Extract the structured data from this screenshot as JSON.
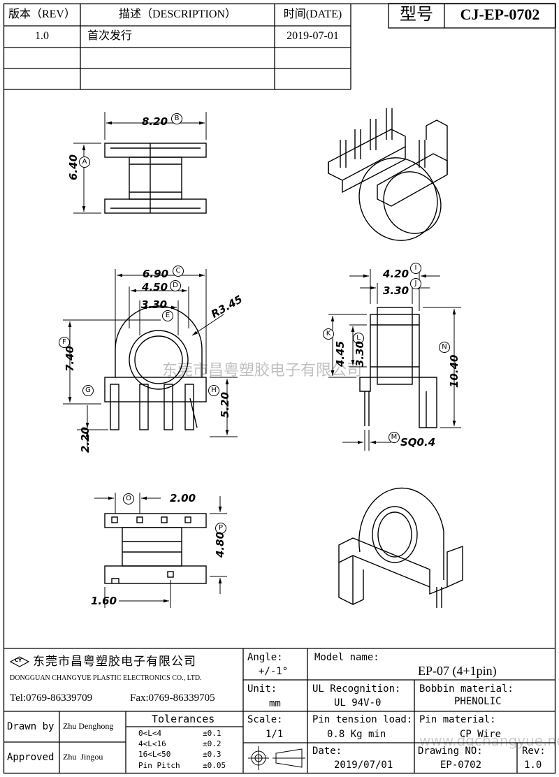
{
  "revision_table": {
    "headers": {
      "rev": "版本（REV）",
      "desc": "描述（DESCRIPTION）",
      "date": "时间(DATE)"
    },
    "rows": [
      {
        "rev": "1.0",
        "desc": "首次发行",
        "date": "2019-07-01"
      },
      {
        "rev": "",
        "desc": "",
        "date": ""
      },
      {
        "rev": "",
        "desc": "",
        "date": ""
      }
    ]
  },
  "model_box": {
    "label": "型号",
    "value": "CJ-EP-0702"
  },
  "dimensions": {
    "top_view": {
      "width": "8.20",
      "width_tag": "B",
      "height": "6.40",
      "height_tag": "A"
    },
    "front_view": {
      "d1": "6.90",
      "d1_tag": "C",
      "d2": "4.50",
      "d2_tag": "D",
      "d3": "3.30",
      "d3_tag": "E",
      "radius": "R3.45",
      "h1": "7.40",
      "h1_tag": "F",
      "h2_tag": "G",
      "h3": "5.20",
      "h3_tag": "H",
      "h4": "2.20"
    },
    "side_view": {
      "w1": "4.20",
      "w1_tag": "I",
      "w2": "3.30",
      "w2_tag": "J",
      "h1": "4.45",
      "h1_tag": "K",
      "h2": "3.30",
      "h2_tag": "L",
      "h3": "10.40",
      "h3_tag": "N",
      "pin": "SQ0.4",
      "pin_tag": "M"
    },
    "bottom_view": {
      "pitch": "2.00",
      "pitch_tag": "O",
      "height": "4.80",
      "height_tag": "P",
      "offset": "1.60"
    }
  },
  "watermark": "东莞市昌粤塑胶电子有限公司",
  "watermark2": "www.dgchangyue.net",
  "company": {
    "logo": "CY",
    "name_cn": "东莞市昌粤塑胶电子有限公司",
    "name_en": "DONGGUAN CHANGYUE PLASTIC ELECTRONICS CO., LTD.",
    "tel": "Tel:0769-86339709",
    "fax": "Fax:0769-86339705"
  },
  "title_block": {
    "angle_label": "Angle:",
    "angle_value": "+/-1°",
    "unit_label": "Unit:",
    "unit_value": "mm",
    "scale_label": "Scale:",
    "scale_value": "1/1",
    "model_label": "Model name:",
    "model_value": "EP-07 (4+1pin)",
    "ul_label": "UL Recognition:",
    "ul_value": "UL 94V-0",
    "bobbin_label": "Bobbin material:",
    "bobbin_value": "PHENOLIC",
    "tension_label": "Pin tension load:",
    "tension_value": "0.8 Kg min",
    "pinmat_label": "Pin material:",
    "pinmat_value": "CP Wire",
    "date_label": "Date:",
    "date_value": "2019/07/01",
    "drawing_label": "Drawing NO:",
    "drawing_value": "EP-0702",
    "rev_label": "Rev:",
    "rev_value": "1.0",
    "drawn_label": "Drawn by",
    "drawn_value": "Zhu Denghong",
    "approved_label": "Approved",
    "approved_value": "Zhu  Jingou",
    "tolerances_title": "Tolerances",
    "tolerances": [
      {
        "range": "0<L<4",
        "value": "±0.1"
      },
      {
        "range": "4<L<16",
        "value": "±0.2"
      },
      {
        "range": "16<L<50",
        "value": "±0.3"
      },
      {
        "range": "Pin Pitch",
        "value": "±0.05"
      }
    ]
  }
}
